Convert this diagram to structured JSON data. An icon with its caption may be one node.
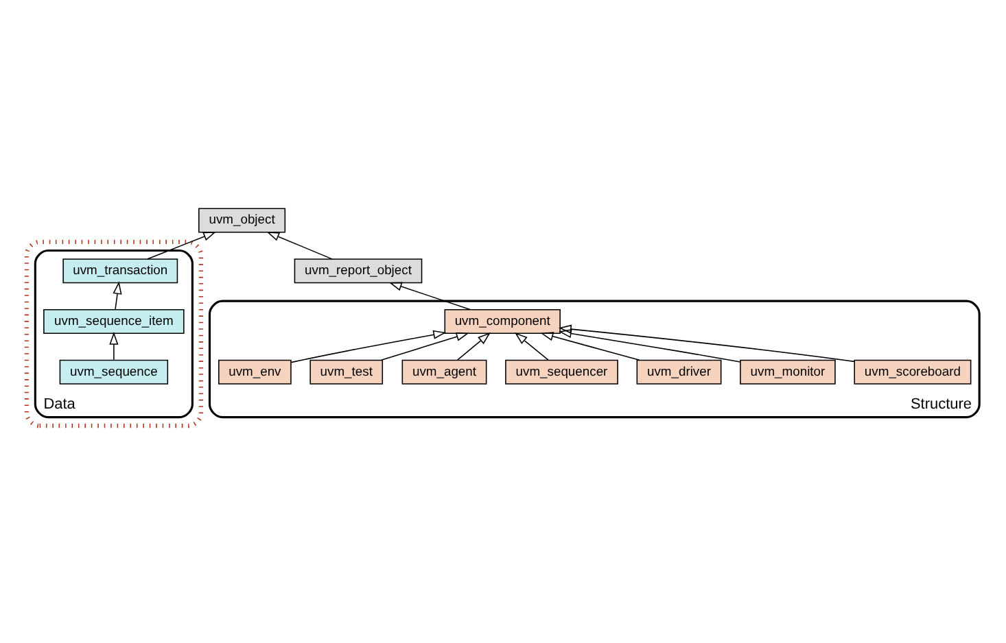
{
  "diagram": {
    "nodes": [
      {
        "text": [
          "uvm_object"
        ]
      },
      {
        "text": [],
        "shape": "box"
      },
      {
        "text": [
          "Data"
        ],
        "in": 1
      },
      {
        "text": [
          "uvm_transaction"
        ],
        "in": 2
      },
      {
        "text": [
          "uvm_sequence_item"
        ],
        "in": 2
      },
      {
        "text": [
          "uvm_sequence"
        ],
        "in": 2
      },
      {
        "text": [
          "uvm_report_object"
        ]
      },
      {
        "text": [
          "Structure"
        ]
      },
      {
        "text": [
          "uvm_component"
        ],
        "in": 7
      },
      {
        "text": [
          "uvm_env"
        ],
        "in": 7
      },
      {
        "text": [
          "uvm_test"
        ],
        "in": 7
      },
      {
        "text": [
          "uvm_agent"
        ],
        "in": 7
      },
      {
        "text": [
          "uvm_sequencer"
        ],
        "in": 7
      },
      {
        "text": [
          "uvm_driver"
        ],
        "in": 7
      },
      {
        "text": [
          "uvm_monitor"
        ],
        "in": 7
      },
      {
        "text": [
          "uvm_scoreboard"
        ],
        "in": 7
      }
    ],
    "edges": [
      {
        "from": 3,
        "to": 0,
        "arrow": "to"
      },
      {
        "from": 6,
        "to": 0,
        "arrow": "to"
      },
      {
        "from": 4,
        "to": 3,
        "arrow": "to"
      },
      {
        "from": 5,
        "to": 4,
        "arrow": "to"
      },
      {
        "from": 8,
        "to": 6,
        "arrow": "to"
      },
      {
        "from": 9,
        "to": 8,
        "arrow": "to"
      },
      {
        "from": 10,
        "to": 8,
        "arrow": "to"
      },
      {
        "from": 11,
        "to": 8,
        "arrow": "to"
      },
      {
        "from": 12,
        "to": 8,
        "arrow": "to"
      },
      {
        "from": 13,
        "to": 8,
        "arrow": "to"
      },
      {
        "from": 14,
        "to": 8,
        "arrow": "to"
      },
      {
        "from": 15,
        "to": 8,
        "arrow": "to"
      }
    ]
  }
}
